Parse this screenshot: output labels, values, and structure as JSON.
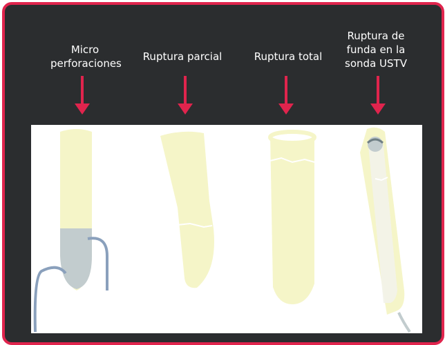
{
  "labels": {
    "micro": "Micro\nperforaciones",
    "parcial": "Ruptura parcial",
    "total": "Ruptura total",
    "funda": "Ruptura de\nfunda en la\nsonda USTV"
  },
  "colors": {
    "border": "#e0244d",
    "background": "#2b2d2f",
    "arrow": "#e0244d",
    "condom": "#f5f5c8",
    "fluid": "#c2ccce",
    "wire": "#8aa0bc"
  }
}
